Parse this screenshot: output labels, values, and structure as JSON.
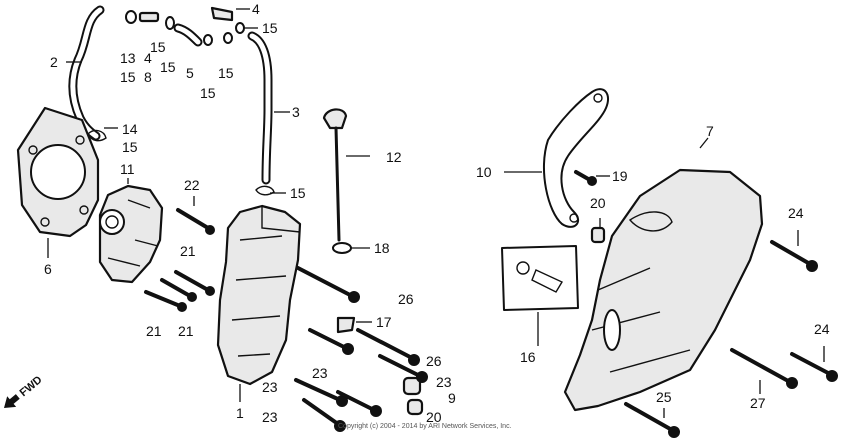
{
  "callouts": [
    {
      "key": "c1",
      "label": "1"
    },
    {
      "key": "c2",
      "label": "2"
    },
    {
      "key": "c3",
      "label": "3"
    },
    {
      "key": "c4a",
      "label": "4"
    },
    {
      "key": "c4b",
      "label": "4"
    },
    {
      "key": "c5",
      "label": "5"
    },
    {
      "key": "c6",
      "label": "6"
    },
    {
      "key": "c7",
      "label": "7"
    },
    {
      "key": "c8",
      "label": "8"
    },
    {
      "key": "c9",
      "label": "9"
    },
    {
      "key": "c10",
      "label": "10"
    },
    {
      "key": "c11",
      "label": "11"
    },
    {
      "key": "c12",
      "label": "12"
    },
    {
      "key": "c13",
      "label": "13"
    },
    {
      "key": "c14",
      "label": "14"
    },
    {
      "key": "c15a",
      "label": "15"
    },
    {
      "key": "c15b",
      "label": "15"
    },
    {
      "key": "c15c",
      "label": "15"
    },
    {
      "key": "c15d",
      "label": "15"
    },
    {
      "key": "c15e",
      "label": "15"
    },
    {
      "key": "c15f",
      "label": "15"
    },
    {
      "key": "c15g",
      "label": "15"
    },
    {
      "key": "c15h",
      "label": "15"
    },
    {
      "key": "c16",
      "label": "16"
    },
    {
      "key": "c17",
      "label": "17"
    },
    {
      "key": "c18",
      "label": "18"
    },
    {
      "key": "c19",
      "label": "19"
    },
    {
      "key": "c20a",
      "label": "20"
    },
    {
      "key": "c20b",
      "label": "20"
    },
    {
      "key": "c21a",
      "label": "21"
    },
    {
      "key": "c21b",
      "label": "21"
    },
    {
      "key": "c21c",
      "label": "21"
    },
    {
      "key": "c22",
      "label": "22"
    },
    {
      "key": "c23a",
      "label": "23"
    },
    {
      "key": "c23b",
      "label": "23"
    },
    {
      "key": "c23c",
      "label": "23"
    },
    {
      "key": "c23d",
      "label": "23"
    },
    {
      "key": "c24a",
      "label": "24"
    },
    {
      "key": "c24b",
      "label": "24"
    },
    {
      "key": "c25",
      "label": "25"
    },
    {
      "key": "c26a",
      "label": "26"
    },
    {
      "key": "c26b",
      "label": "26"
    },
    {
      "key": "c27",
      "label": "27"
    }
  ],
  "fwd_label": "FWD",
  "copyright": "Copyright (c) 2004 - 2014 by ARI Network Services, Inc.",
  "colors": {
    "ink": "#111111",
    "fill": "#e9e9e9",
    "background": "#ffffff"
  }
}
